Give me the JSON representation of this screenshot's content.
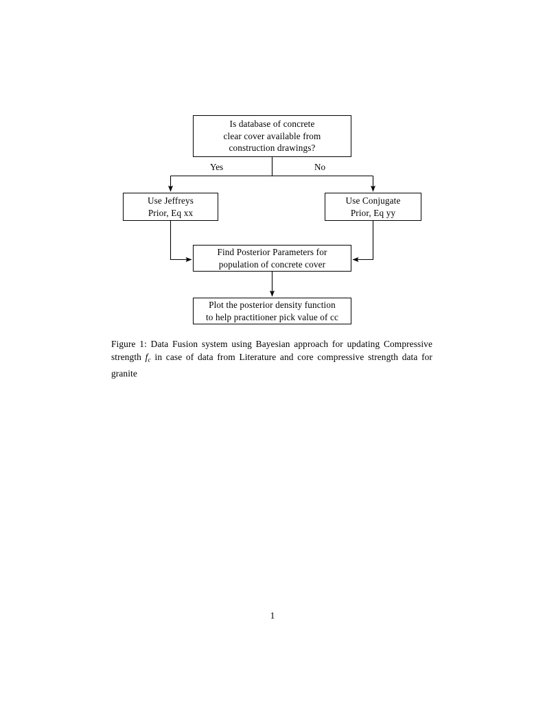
{
  "document": {
    "page_number": "1",
    "background_color": "#ffffff",
    "ink_color": "#000000"
  },
  "figure": {
    "caption_label": "Figure 1:",
    "caption_text_part1": "Data Fusion system using Bayesian approach for updating Compressive strength ",
    "caption_math_base": "f",
    "caption_math_sub": "c",
    "caption_text_part2": " in case of data from Literature and core compressive strength data for granite",
    "nodes": [
      {
        "id": "decision",
        "type": "decision",
        "lines": [
          "Is database of concrete",
          "clear cover available from",
          "construction drawings?"
        ]
      },
      {
        "id": "jeffreys",
        "type": "process",
        "lines": [
          "Use Jeffreys",
          "Prior, Eq xx"
        ]
      },
      {
        "id": "conjugate",
        "type": "process",
        "lines": [
          "Use Conjugate",
          "Prior, Eq yy"
        ]
      },
      {
        "id": "posterior",
        "type": "process",
        "lines": [
          "Find Posterior Parameters for",
          "population of concrete cover"
        ]
      },
      {
        "id": "plot",
        "type": "process",
        "lines": [
          "Plot the posterior density function",
          "to help practitioner pick value of cc"
        ]
      }
    ],
    "edge_labels": {
      "yes": "Yes",
      "no": "No"
    }
  }
}
